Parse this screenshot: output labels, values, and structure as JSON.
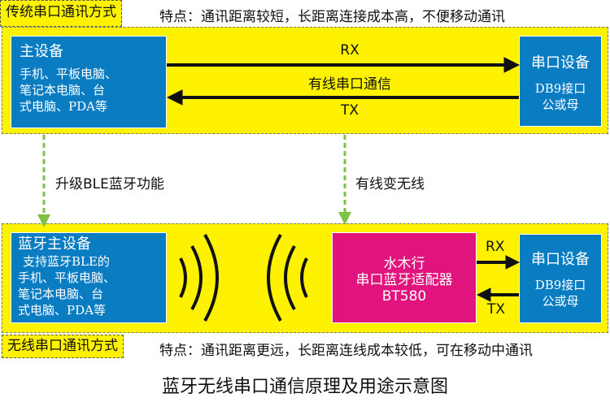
{
  "wired": {
    "label": "传统串口通讯方式",
    "feature": "特点：通讯距离较短，长距离连接成本高，不便移动通讯",
    "master": {
      "title": "主设备",
      "desc": [
        "手机、平板电脑、",
        "笔记本电脑、台",
        "式电脑、PDA等"
      ]
    },
    "serial": {
      "title": "串口设备",
      "line1": "DB9接口",
      "line2": "公或母"
    },
    "rx": "RX",
    "middle": "有线串口通信",
    "tx": "TX"
  },
  "transitions": {
    "left": "升级BLE蓝牙功能",
    "right": "有线变无线"
  },
  "wireless": {
    "label": "无线串口通讯方式",
    "feature": "特点：通讯距离更远，长距离连线成本较低，可在移动中通讯",
    "master": {
      "title": "蓝牙主设备",
      "desc": [
        "支持蓝牙BLE的",
        "手机、平板电脑、",
        "笔记本电脑、台",
        "式电脑、PDA等"
      ]
    },
    "adapter": {
      "line1": "水木行",
      "line2": "串口蓝牙适配器",
      "line3": "BT580"
    },
    "serial": {
      "title": "串口设备",
      "line1": "DB9接口",
      "line2": "公或母"
    },
    "rx": "RX",
    "tx": "TX"
  },
  "caption": "蓝牙无线串口通信原理及用途示意图",
  "colors": {
    "panel": "#fff200",
    "blue": "#0a7cc2",
    "pink": "#e0147c",
    "dash": "#7dc242"
  }
}
